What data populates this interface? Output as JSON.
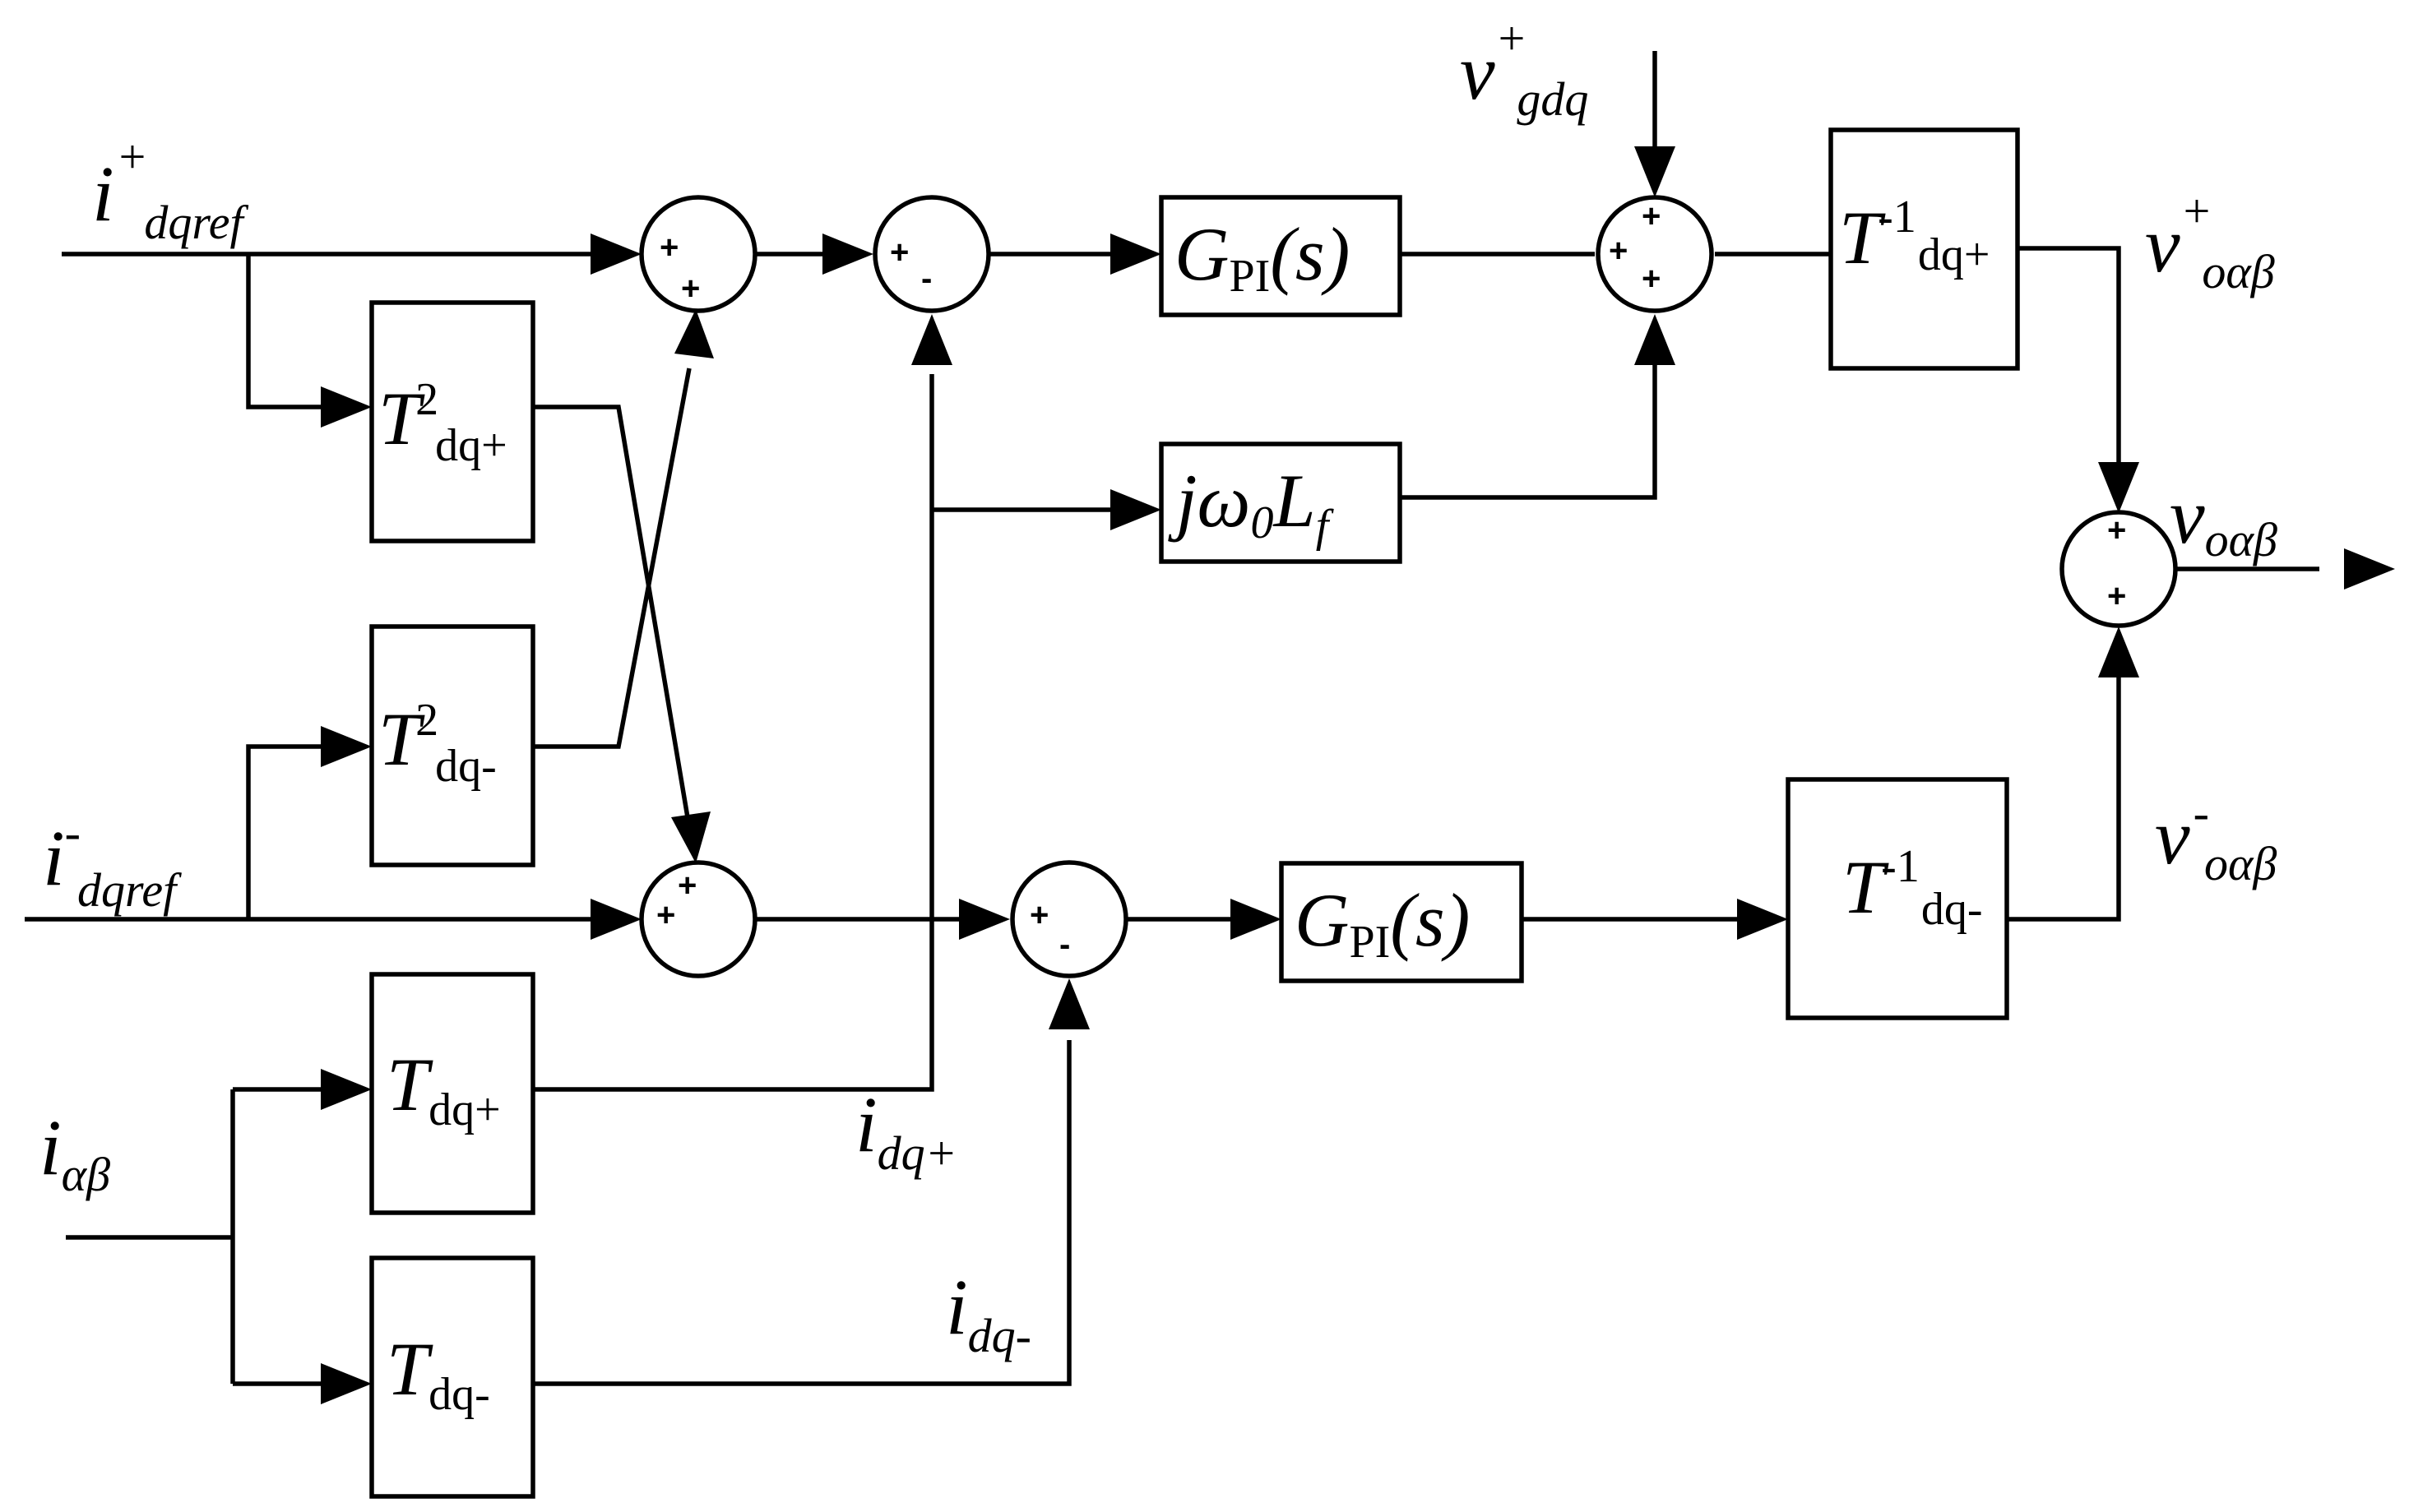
{
  "signals": {
    "i_plus_ref": {
      "base": "i",
      "sup": "+",
      "sub": "dqref"
    },
    "i_minus_ref": {
      "base": "i",
      "sup": "-",
      "sub": "dqref"
    },
    "i_ab": {
      "base": "i",
      "sub": "αβ"
    },
    "i_dq_plus": {
      "base": "i",
      "sub": "dq+"
    },
    "i_dq_minus": {
      "base": "i",
      "sub": "dq-"
    },
    "v_g_plus": {
      "base": "v",
      "sup": "+",
      "sub": "gdq"
    },
    "v_o_plus": {
      "base": "v",
      "sup": "+",
      "sub": "oαβ"
    },
    "v_o_minus": {
      "base": "v",
      "sup": "-",
      "sub": "oαβ"
    },
    "v_o": {
      "base": "v",
      "sub": "oαβ"
    }
  },
  "blocks": {
    "t2_plus": {
      "base": "T",
      "sup": "2",
      "sub": "dq+"
    },
    "t2_minus": {
      "base": "T",
      "sup": "2",
      "sub": "dq-"
    },
    "t_plus": {
      "base": "T",
      "sub": "dq+"
    },
    "t_minus": {
      "base": "T",
      "sub": "dq-"
    },
    "pi_top": {
      "base": "G",
      "sub": "PI",
      "tail": "(s)"
    },
    "pi_bottom": {
      "base": "G",
      "sub": "PI",
      "tail": "(s)"
    },
    "jwl": {
      "j": "jω",
      "zero": "0",
      "L": "L",
      "f": "f"
    },
    "tinv_plus": {
      "base": "T",
      "sup": "-1",
      "sub": "dq+"
    },
    "tinv_minus": {
      "base": "T",
      "sup": "-1",
      "sub": "dq-"
    }
  },
  "sums": {
    "s1": {
      "signs": [
        "+",
        "+"
      ]
    },
    "s2": {
      "signs": [
        "+",
        "-"
      ]
    },
    "s3": {
      "signs": [
        "+",
        "+",
        "+"
      ]
    },
    "s4": {
      "signs": [
        "+",
        "+"
      ]
    },
    "s5": {
      "signs": [
        "+",
        "-"
      ]
    },
    "s6": {
      "signs": [
        "+",
        "+"
      ]
    }
  }
}
